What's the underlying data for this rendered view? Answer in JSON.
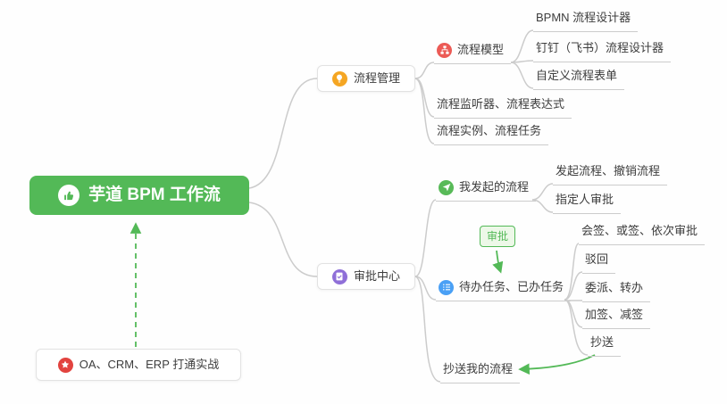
{
  "colors": {
    "accent-green": "#53b957",
    "line-gray": "#cccccc",
    "text-dark": "#3d3d3d",
    "node-border": "#e2e2e2",
    "badge-bg": "#edf8e8",
    "icon-orange": "#f5a623",
    "icon-red": "#ec5b56",
    "icon-purple": "#8f6fd8",
    "icon-green": "#58ba58",
    "icon-blue": "#4aa0f5",
    "icon-star-red": "#e2433f"
  },
  "nodes": {
    "root": {
      "label": "芋道 BPM 工作流",
      "icon": "thumbs-up-icon"
    },
    "process_management": {
      "label": "流程管理",
      "icon": "lightbulb-icon"
    },
    "process_model": {
      "label": "流程模型",
      "icon": "flow-model-icon"
    },
    "bpmn_designer": {
      "label": "BPMN 流程设计器"
    },
    "dingtalk_feishu_designer": {
      "label": "钉钉（飞书）流程设计器"
    },
    "custom_form": {
      "label": "自定义流程表单"
    },
    "listener_expression": {
      "label": "流程监听器、流程表达式"
    },
    "instance_task": {
      "label": "流程实例、流程任务"
    },
    "approval_center": {
      "label": "审批中心",
      "icon": "document-check-icon"
    },
    "my_initiated_process": {
      "label": "我发起的流程",
      "icon": "paper-plane-icon"
    },
    "initiate_revoke": {
      "label": "发起流程、撤销流程"
    },
    "designated_approver": {
      "label": "指定人审批"
    },
    "approval_badge": {
      "label": "审批"
    },
    "todo_done_tasks": {
      "label": "待办任务、已办任务",
      "icon": "task-list-icon"
    },
    "countersign_modes": {
      "label": "会签、或签、依次审批"
    },
    "reject": {
      "label": "驳回"
    },
    "delegate_transfer": {
      "label": "委派、转办"
    },
    "add_reduce_sign": {
      "label": "加签、减签"
    },
    "cc": {
      "label": "抄送"
    },
    "cc_my_process": {
      "label": "抄送我的流程"
    },
    "oa_crm_erp_practice": {
      "label": "OA、CRM、ERP 打通实战",
      "icon": "star-icon"
    }
  }
}
